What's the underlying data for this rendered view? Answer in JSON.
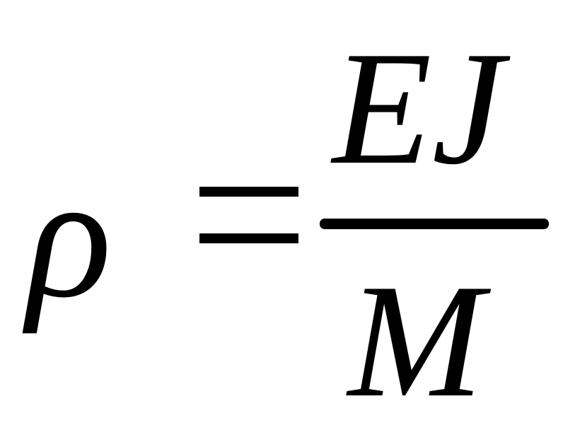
{
  "formula": {
    "lhs": "ρ",
    "numerator": "EJ",
    "denominator": "M"
  }
}
